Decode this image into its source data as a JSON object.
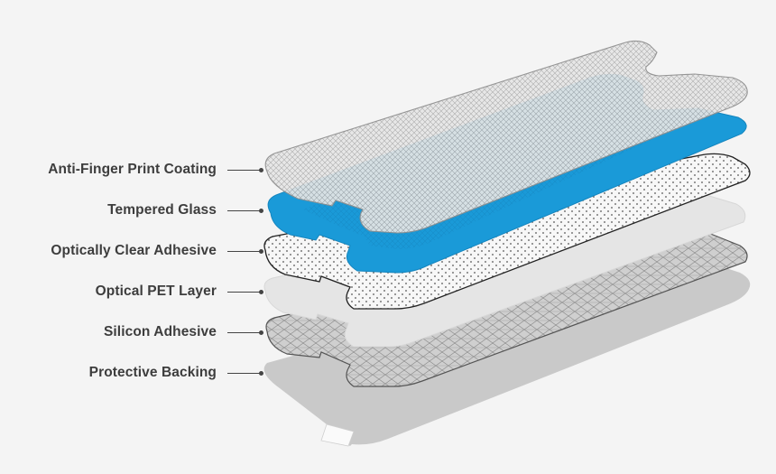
{
  "diagram": {
    "layers": [
      {
        "id": "anti-finger-print-coating",
        "label": "Anti-Finger Print Coating",
        "pattern": "cross-hatch-light",
        "fill": "#e2e2e2",
        "stroke": "#9a9a9a"
      },
      {
        "id": "tempered-glass",
        "label": "Tempered Glass",
        "pattern": "solid-blue",
        "fill": "#1a9ad8",
        "stroke": "#157fb4"
      },
      {
        "id": "optically-clear-adhesive",
        "label": "Optically Clear Adhesive",
        "pattern": "dots",
        "fill": "#f7f7f7",
        "stroke": "#333333"
      },
      {
        "id": "optical-pet-layer",
        "label": "Optical PET Layer",
        "pattern": "plain",
        "fill": "#e3e3e3",
        "stroke": "#d0d0d0"
      },
      {
        "id": "silicon-adhesive",
        "label": "Silicon Adhesive",
        "pattern": "diamond-grid",
        "fill": "#d0d0d0",
        "stroke": "#707070"
      },
      {
        "id": "protective-backing",
        "label": "Protective Backing",
        "pattern": "shadow",
        "fill": "#c9c9c9",
        "stroke": "#c9c9c9"
      }
    ]
  }
}
